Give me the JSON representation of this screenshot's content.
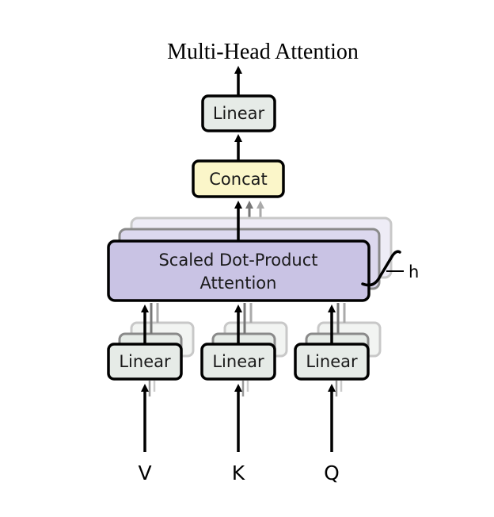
{
  "title": "Multi-Head Attention",
  "blocks": {
    "output_linear": "Linear",
    "concat": "Concat",
    "attention_line1": "Scaled Dot-Product",
    "attention_line2": "Attention",
    "linear_v": "Linear",
    "linear_k": "Linear",
    "linear_q": "Linear"
  },
  "inputs": {
    "v": "V",
    "k": "K",
    "q": "Q"
  },
  "heads_label": "h",
  "colors": {
    "linear_fill": "#e6ebe7",
    "concat_fill": "#fbf6c9",
    "attention_fill": "#c9c3e4",
    "stroke": "#000000"
  }
}
